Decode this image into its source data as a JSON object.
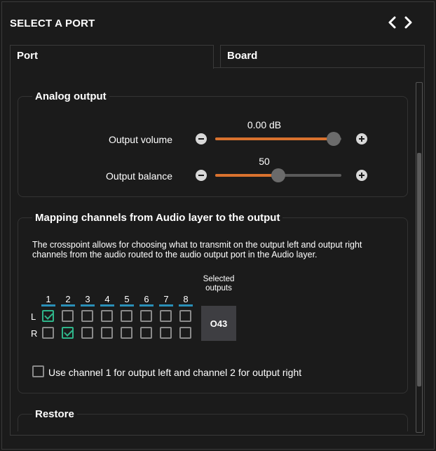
{
  "header": {
    "title": "SELECT A PORT"
  },
  "tabs": [
    {
      "label": "Port",
      "active": true
    },
    {
      "label": "Board",
      "active": false
    }
  ],
  "analog_output": {
    "title": "Analog output",
    "volume": {
      "label": "Output volume",
      "value_text": "0.00 dB",
      "level": 0.94
    },
    "balance": {
      "label": "Output balance",
      "value_text": "50",
      "level": 0.5
    }
  },
  "mapping": {
    "title": "Mapping channels from Audio layer to the output",
    "description": "The crosspoint allows for choosing what to transmit on the output left and output right channels from the audio routed to the audio output port in the Audio layer.",
    "channels": [
      "1",
      "2",
      "3",
      "4",
      "5",
      "6",
      "7",
      "8"
    ],
    "rows": [
      {
        "label": "L",
        "checked": [
          true,
          false,
          false,
          false,
          false,
          false,
          false,
          false
        ]
      },
      {
        "label": "R",
        "checked": [
          false,
          true,
          false,
          false,
          false,
          false,
          false,
          false
        ]
      }
    ],
    "selected_header": "Selected outputs",
    "selected_value": "O43",
    "option_label": "Use channel 1 for output left and channel 2 for output right",
    "option_checked": false
  },
  "restore": {
    "title": "Restore"
  },
  "colors": {
    "accent": "#d9722e",
    "check": "#2fb58a",
    "channel_bar": "#2a8fb8",
    "background": "#1b1b1b"
  }
}
